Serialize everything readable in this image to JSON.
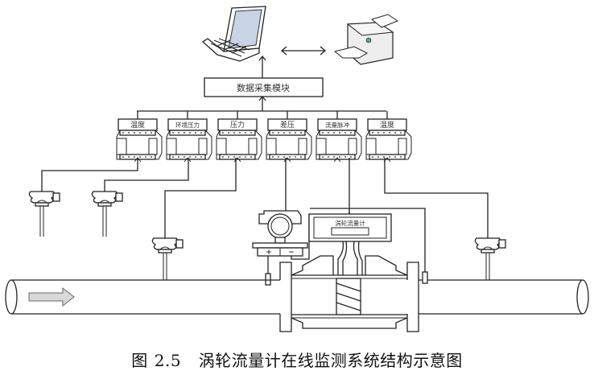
{
  "diagram": {
    "title": "涡轮流量计在线监测系统结构示意图",
    "figure_label": "图",
    "figure_number": "2.5",
    "data_module": "数据采集模块",
    "modules": [
      {
        "label": "温度"
      },
      {
        "label": "环境压力"
      },
      {
        "label": "压力"
      },
      {
        "label": "差压"
      },
      {
        "label": "流量脉冲"
      },
      {
        "label": "温度"
      }
    ],
    "flowmeter_display": "涡轮流量计",
    "transmitter_terminals": {
      "plus": "+",
      "minus": "−"
    },
    "devices": {
      "computer": "laptop-icon",
      "printer": "printer-icon",
      "flow_direction": "arrow-right-icon"
    },
    "colors": {
      "line": "#222222",
      "laptop_screen": "#c9d3e6",
      "arrow_fill": "#d8d8d8",
      "printer_led": "#4caf7a"
    }
  }
}
